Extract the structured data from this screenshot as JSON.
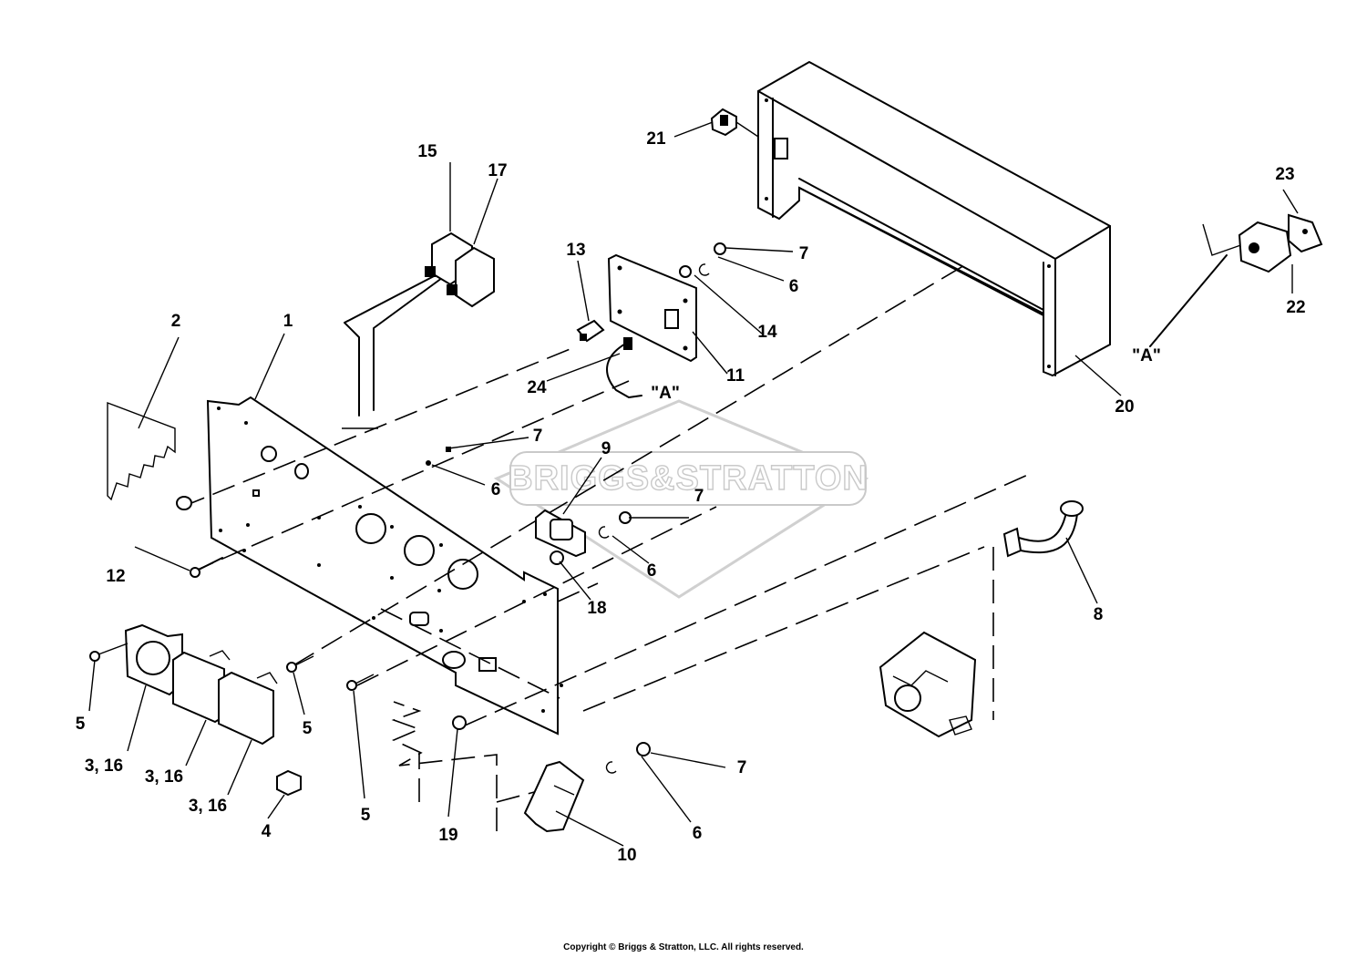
{
  "watermark": {
    "text": "BRIGGS&STRATTON"
  },
  "copyright": "Copyright © Briggs & Stratton, LLC. All rights reserved.",
  "callouts": [
    {
      "id": "c1",
      "text": "1"
    },
    {
      "id": "c2",
      "text": "2"
    },
    {
      "id": "c3a",
      "text": "3,  16"
    },
    {
      "id": "c3b",
      "text": "3,  16"
    },
    {
      "id": "c3c",
      "text": "3,  16"
    },
    {
      "id": "c4",
      "text": "4"
    },
    {
      "id": "c5a",
      "text": "5"
    },
    {
      "id": "c5b",
      "text": "5"
    },
    {
      "id": "c5c",
      "text": "5"
    },
    {
      "id": "c6a",
      "text": "6"
    },
    {
      "id": "c6b",
      "text": "6"
    },
    {
      "id": "c6c",
      "text": "6"
    },
    {
      "id": "c6d",
      "text": "6"
    },
    {
      "id": "c7a",
      "text": "7"
    },
    {
      "id": "c7b",
      "text": "7"
    },
    {
      "id": "c7c",
      "text": "7"
    },
    {
      "id": "c7d",
      "text": "7"
    },
    {
      "id": "c8",
      "text": "8"
    },
    {
      "id": "c9",
      "text": "9"
    },
    {
      "id": "c10",
      "text": "10"
    },
    {
      "id": "c11",
      "text": "11"
    },
    {
      "id": "c12",
      "text": "12"
    },
    {
      "id": "c13",
      "text": "13"
    },
    {
      "id": "c14",
      "text": "14"
    },
    {
      "id": "c15",
      "text": "15"
    },
    {
      "id": "c17",
      "text": "17"
    },
    {
      "id": "c18",
      "text": "18"
    },
    {
      "id": "c19",
      "text": "19"
    },
    {
      "id": "c20",
      "text": "20"
    },
    {
      "id": "c21",
      "text": "21"
    },
    {
      "id": "c22",
      "text": "22"
    },
    {
      "id": "c23",
      "text": "23"
    },
    {
      "id": "c24",
      "text": "24"
    },
    {
      "id": "refA1",
      "text": "\"A\""
    },
    {
      "id": "refA2",
      "text": "\"A\""
    }
  ]
}
